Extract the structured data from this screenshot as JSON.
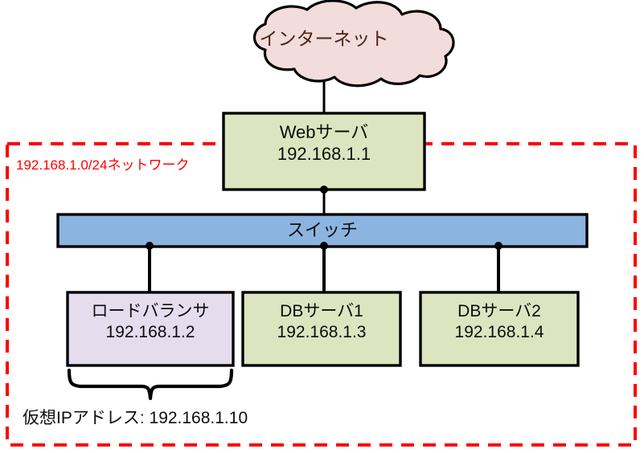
{
  "diagram": {
    "title_internet": "インターネット",
    "zone_label": "192.168.1.0/24ネットワーク",
    "vip_label": "仮想IPアドレス: 192.168.1.10",
    "nodes": {
      "internet": {
        "name": "インターネット",
        "shape": "cloud",
        "fill": "#f2dcdc",
        "stroke": "#000000",
        "text_color": "#4a2418"
      },
      "web_server": {
        "name": "Webサーバ",
        "ip": "192.168.1.1",
        "shape": "rect",
        "fill": "#dde5c0",
        "stroke": "#000000"
      },
      "switch": {
        "name": "スイッチ",
        "shape": "bar",
        "fill": "#8cb4e0",
        "stroke": "#000000"
      },
      "load_balancer": {
        "name": "ロードバランサ",
        "ip": "192.168.1.2",
        "shape": "rect",
        "fill": "#e5ddee",
        "stroke": "#000000"
      },
      "db_server_1": {
        "name": "DBサーバ1",
        "ip": "192.168.1.3",
        "shape": "rect",
        "fill": "#dde5c0",
        "stroke": "#000000"
      },
      "db_server_2": {
        "name": "DBサーバ2",
        "ip": "192.168.1.4",
        "shape": "rect",
        "fill": "#dde5c0",
        "stroke": "#000000"
      }
    },
    "colors": {
      "zone_border": "#ff0000",
      "link": "#000000",
      "green_fill": "#dde5c0",
      "blue_fill": "#8cb4e0",
      "purple_fill": "#e5ddee",
      "cloud_fill": "#f2dcdc"
    },
    "links": [
      {
        "from": "internet",
        "to": "web_server"
      },
      {
        "from": "web_server",
        "to": "switch"
      },
      {
        "from": "switch",
        "to": "load_balancer"
      },
      {
        "from": "switch",
        "to": "db_server_1"
      },
      {
        "from": "switch",
        "to": "db_server_2"
      }
    ],
    "brace": {
      "covers": "load_balancer",
      "caption": "仮想IPアドレス: 192.168.1.10"
    }
  }
}
